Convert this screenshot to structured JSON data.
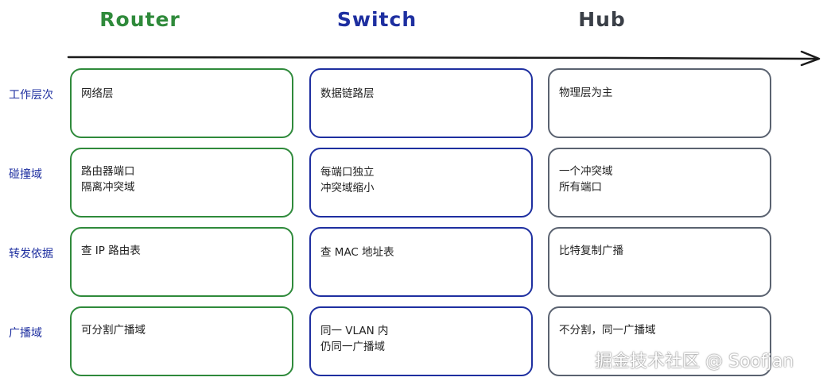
{
  "columns": [
    {
      "title": "Router",
      "color": "#2f8a3b"
    },
    {
      "title": "Switch",
      "color": "#1e2fa0"
    },
    {
      "title": "Hub",
      "color": "#3a3f47"
    }
  ],
  "rows": [
    {
      "label": "工作层次",
      "cells": [
        [
          "网络层"
        ],
        [
          "数据链路层"
        ],
        [
          "物理层为主"
        ]
      ]
    },
    {
      "label": "碰撞域",
      "cells": [
        [
          "路由器端口",
          "隔离冲突域"
        ],
        [
          "每端口独立",
          "冲突域缩小"
        ],
        [
          "一个冲突域",
          "所有端口"
        ]
      ]
    },
    {
      "label": "转发依据",
      "cells": [
        [
          "查 IP 路由表"
        ],
        [
          "查 MAC 地址表"
        ],
        [
          "比特复制广播"
        ]
      ]
    },
    {
      "label": "广播域",
      "cells": [
        [
          "可分割广播域"
        ],
        [
          "同一 VLAN 内",
          "仍同一广播域"
        ],
        [
          "不分割，同一广播域"
        ]
      ]
    }
  ],
  "watermark": "掘金技术社区 @ Soofjan"
}
